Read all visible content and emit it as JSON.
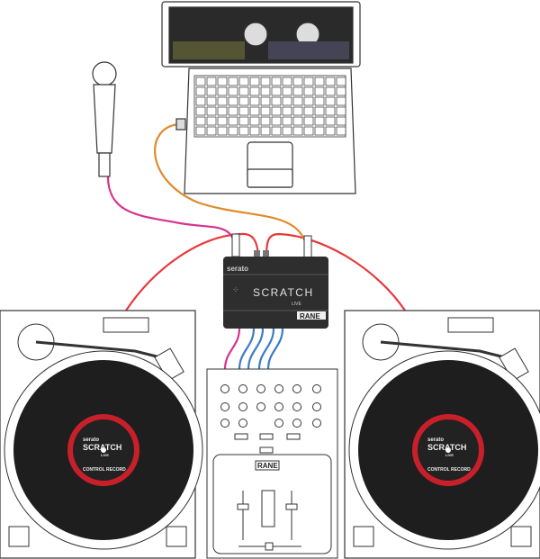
{
  "interface": {
    "brand": "serato",
    "product": "SCRATCH",
    "sub": "LIVE",
    "maker": "RANE"
  },
  "records": {
    "brand": "serato",
    "product": "SCRATCH",
    "sub": "LIVE",
    "label": "CONTROL RECORD"
  },
  "mixer": {
    "maker": "RANE"
  },
  "colors": {
    "turntable_cable": "#e8383d",
    "mic_cable": "#d6338f",
    "usb_cable": "#e08a2c",
    "mixer_cable": "#3a7cc4",
    "record": "#1e1e1e",
    "record_label": "#c8202a",
    "interface": "#2e2e2e"
  },
  "icons": [
    "laptop-icon",
    "microphone-icon",
    "turntable-icon",
    "mixer-icon",
    "audio-interface-icon"
  ]
}
